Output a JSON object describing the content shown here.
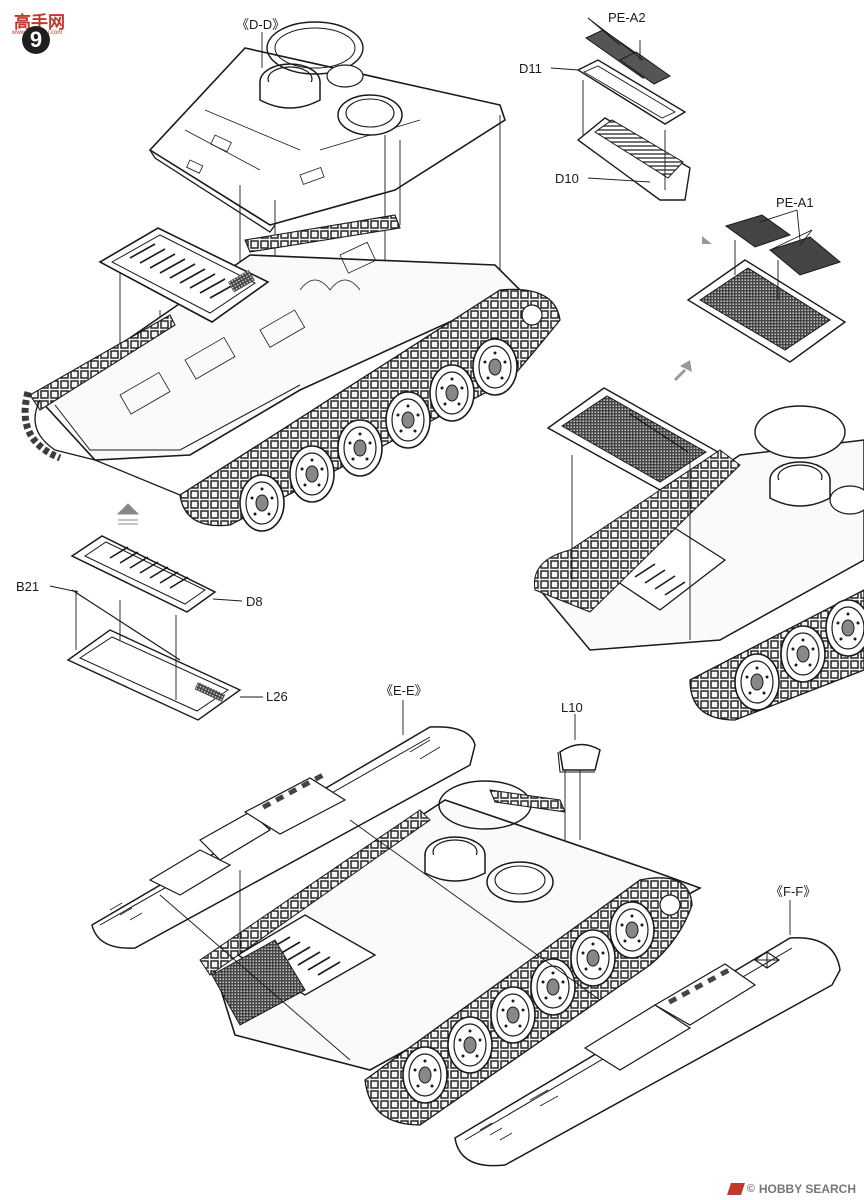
{
  "logo": {
    "chinese_text": "高手网",
    "url": "www.gaoshou.com"
  },
  "step": {
    "number": "9"
  },
  "callouts": {
    "dd": "《D-D》",
    "pe_a2": "PE-A2",
    "d11": "D11",
    "d10": "D10",
    "pe_a1": "PE-A1",
    "b21": "B21",
    "d8": "D8",
    "l26": "L26",
    "ee": "《E-E》",
    "l10": "L10",
    "ff": "《F-F》"
  },
  "watermark": {
    "copyright": "©",
    "brand": "HOBBY SEARCH"
  },
  "colors": {
    "line": "#1a1a1a",
    "grille": "#333333",
    "wheel": "#666666",
    "logo_red": "#c0392b"
  }
}
